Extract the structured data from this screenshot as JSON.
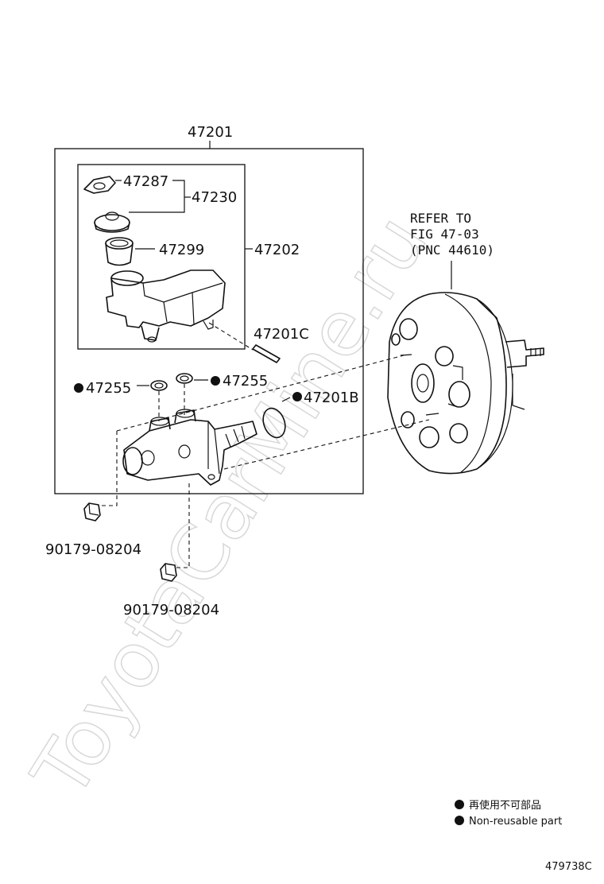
{
  "watermark": "ToyotaCarMine.ru",
  "labels": {
    "assembly_main": "47201",
    "gasket": "47287",
    "cap": "47230",
    "strainer": "47299",
    "reservoir": "47202",
    "pin": "47201C",
    "grommet_left": "47255",
    "grommet_right": "47255",
    "oring": "47201B",
    "plug_upper": "90179-08204",
    "plug_lower": "90179-08204"
  },
  "refer_note": {
    "line1": "REFER TO",
    "line2": "FIG 47-03",
    "line3": "(PNC 44610)"
  },
  "legend": {
    "jp": "再使用不可部品",
    "en": "Non-reusable part"
  },
  "figure_id": "479738C"
}
